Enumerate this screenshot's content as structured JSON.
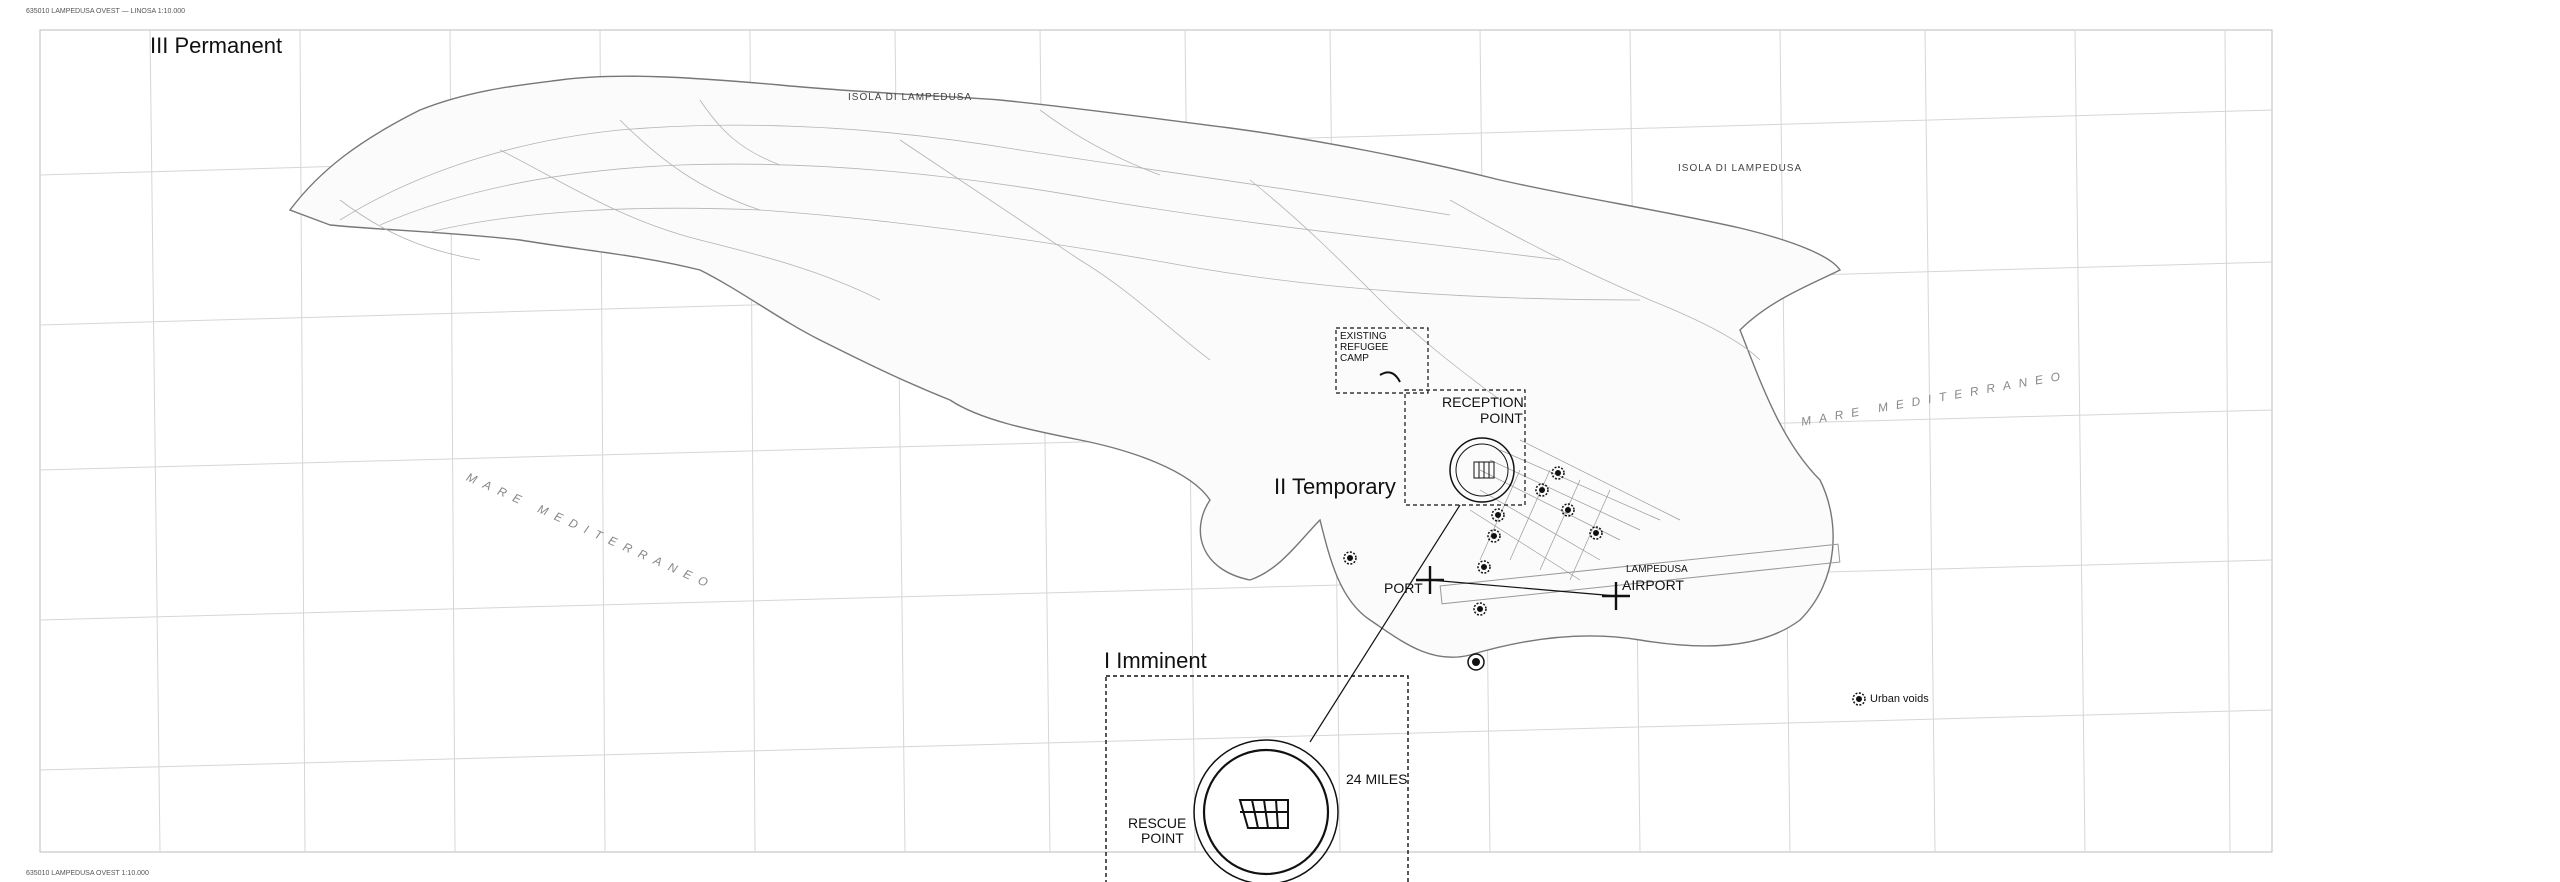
{
  "header": {
    "top_code": "635010 LAMPEDUSA OVEST — LINOSA 1:10.000",
    "bottom_code": "635010 LAMPEDUSA OVEST 1:10.000"
  },
  "phases": {
    "permanent": "III Permanent",
    "temporary": "II Temporary",
    "imminent": "I Imminent"
  },
  "places": {
    "reception_line1": "RECEPTION",
    "reception_line2": "POINT",
    "camp_line1": "EXISTING",
    "camp_line2": "REFUGEE",
    "camp_line3": "CAMP",
    "port": "PORT",
    "airport": "AIRPORT",
    "lampedusa": "LAMPEDUSA",
    "rescue_line1": "RESCUE",
    "rescue_line2": "POINT",
    "distance": "24 MILES",
    "isola_1": "ISOLA  DI  LAMPEDUSA",
    "isola_2": "ISOLA  DI  LAMPEDUSA",
    "mare_left": "MARE   MEDITERRANEO",
    "mare_right": "MARE   MEDITERRANEO"
  },
  "legend": {
    "label": "Urban voids",
    "icon": "urban-void-icon"
  },
  "colors": {
    "ink": "#111111",
    "grid": "#cfcfcf",
    "contour": "#9a9a9a"
  }
}
